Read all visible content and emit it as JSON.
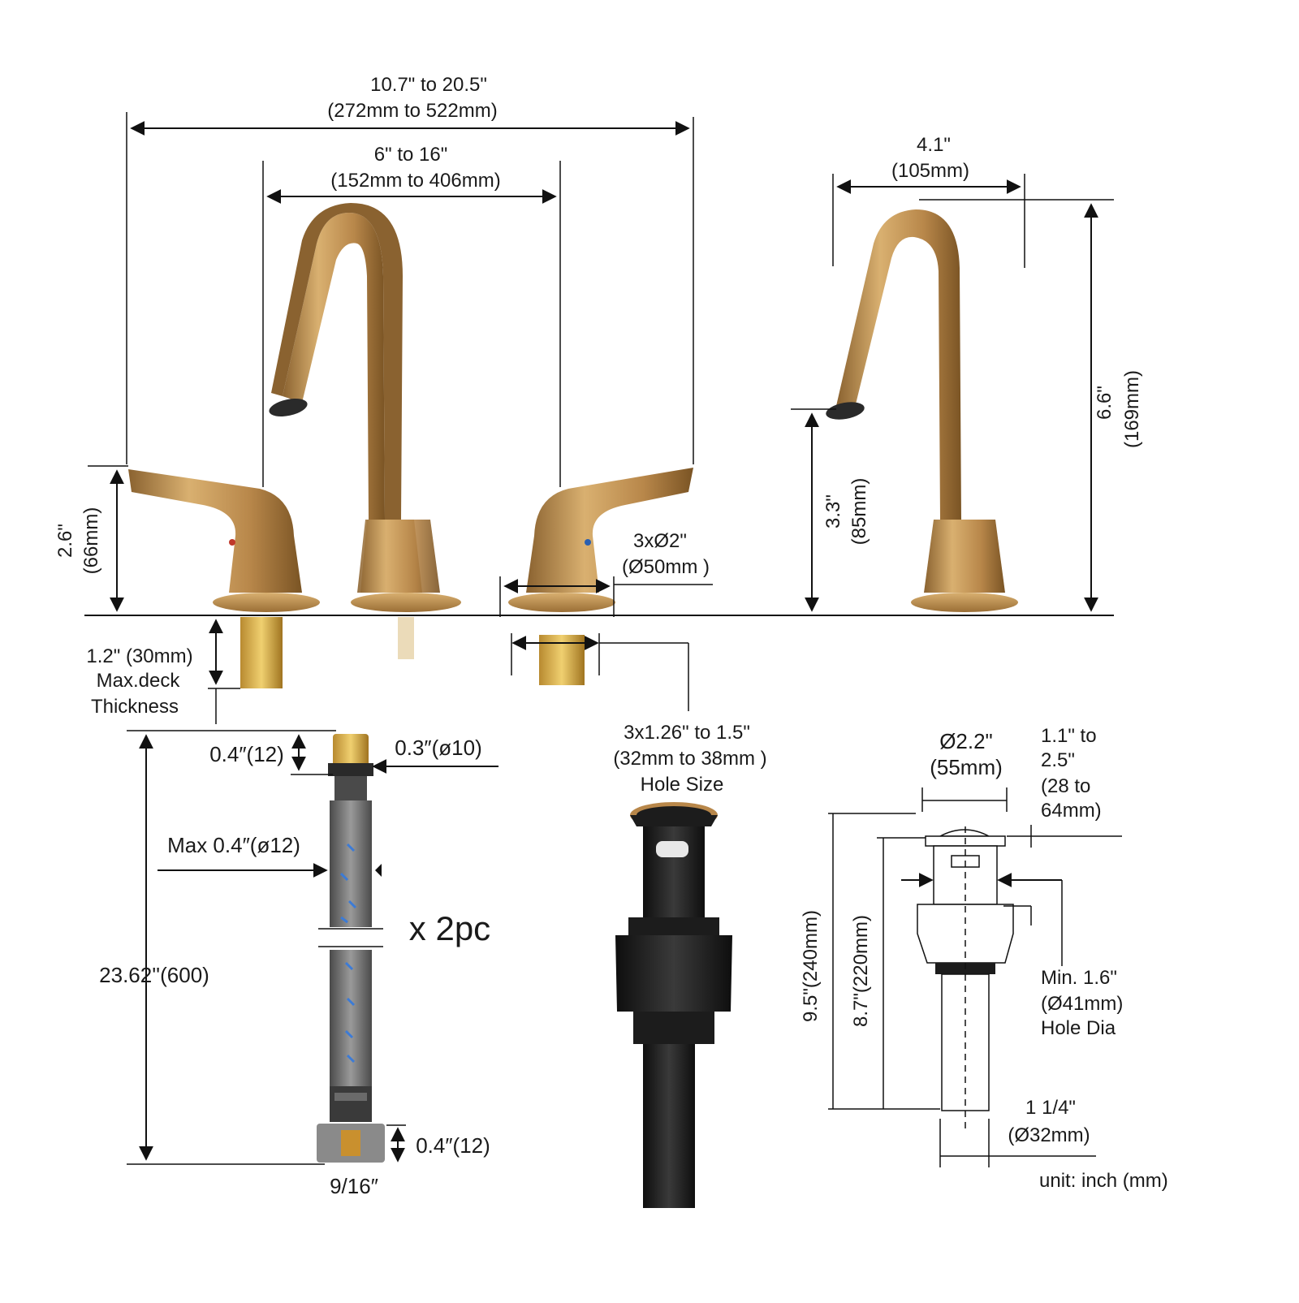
{
  "labels": {
    "overall_width_in": "10.7\" to 20.5\"",
    "overall_width_mm": "(272mm to 522mm)",
    "spread_in": "6\" to 16\"",
    "spread_mm": "(152mm to 406mm)",
    "reach_in": "4.1\"",
    "reach_mm": "(105mm)",
    "handle_height_in": "2.6\"",
    "handle_height_mm": "(66mm)",
    "spout_outlet_in": "3.3\"",
    "spout_outlet_mm": "(85mm)",
    "spout_height_in": "6.6\"",
    "spout_height_mm": "(169mm)",
    "base_dia_in": "3xØ2\"",
    "base_dia_mm": "(Ø50mm )",
    "deck_1": "1.2\" (30mm)",
    "deck_2": "Max.deck",
    "deck_3": "Thickness",
    "hole_size_1": "3x1.26\" to 1.5\"",
    "hole_size_2": "(32mm to 38mm )",
    "hole_size_3": "Hole Size",
    "hose_top_h": "0.4″(12)",
    "hose_top_dia": "0.3″(ø10)",
    "hose_max": "Max 0.4″(ø12)",
    "hose_qty": "x 2pc",
    "hose_length": "23.62''(600)",
    "hose_nut_h": "0.4″(12)",
    "hose_thread": "9/16″",
    "drain_flange_in": "Ø2.2\"",
    "drain_flange_mm": "(55mm)",
    "drain_adj_1": "1.1\" to",
    "drain_adj_2": "2.5\"",
    "drain_adj_3": "(28 to",
    "drain_adj_4": "64mm)",
    "drain_min_1": "Min. 1.6\"",
    "drain_min_2": "(Ø41mm)",
    "drain_min_3": "Hole Dia",
    "drain_total": "9.5\"(240mm)",
    "drain_body": "8.7\"(220mm)",
    "drain_tail_in": "1 1/4\"",
    "drain_tail_mm": "(Ø32mm)",
    "unit": "unit: inch (mm)"
  },
  "colors": {
    "brass_light": "#d9b070",
    "brass_mid": "#b8874a",
    "brass_dark": "#8a6230",
    "drain_black": "#1c1c1c",
    "hose_gray": "#6f6f6f",
    "hose_blue": "#3c7bd6"
  }
}
